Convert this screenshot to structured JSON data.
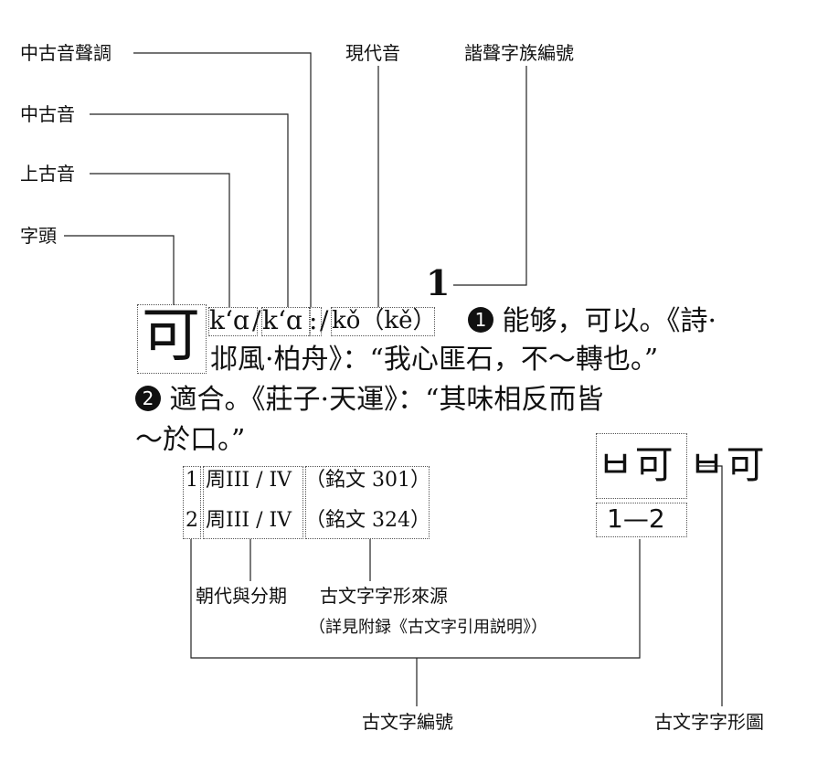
{
  "labels": {
    "mc_tone": "中古音聲調",
    "mc": "中古音",
    "oc": "上古音",
    "head": "字頭",
    "modern": "現代音",
    "series_no": "諧聲字族編號",
    "dynasty": "朝代與分期",
    "source": "古文字字形來源",
    "source_note": "（詳見附録《古文字引用説明》）",
    "guwen_no": "古文字編號",
    "guwen_img": "古文字字形圖"
  },
  "entry": {
    "head_char": "可",
    "oc_pron": "k‘ɑ",
    "sep1": "/",
    "mc_pron": "k‘ɑ",
    "tone_mark": ":",
    "sep2": "/",
    "modern_pron": "kǒ（kě）",
    "series_number": "1",
    "sense1_num": "1",
    "sense1_text_a": "能够，可以。《詩·",
    "sense1_text_b": "邶風·柏舟》：“我心匪石，不～轉也。”",
    "sense2_num": "2",
    "sense2_text_a": "適合。《莊子·天運》：“其味相反而皆",
    "sense2_text_b": "～於口。”"
  },
  "table": {
    "rows": [
      {
        "num": "1",
        "period": "周III / IV",
        "src": "（銘文 301）"
      },
      {
        "num": "2",
        "period": "周III / IV",
        "src": "（銘文 324）"
      }
    ]
  },
  "glyphs": {
    "forms": "ㅂ可 ㅂ可",
    "range": "1—2"
  }
}
